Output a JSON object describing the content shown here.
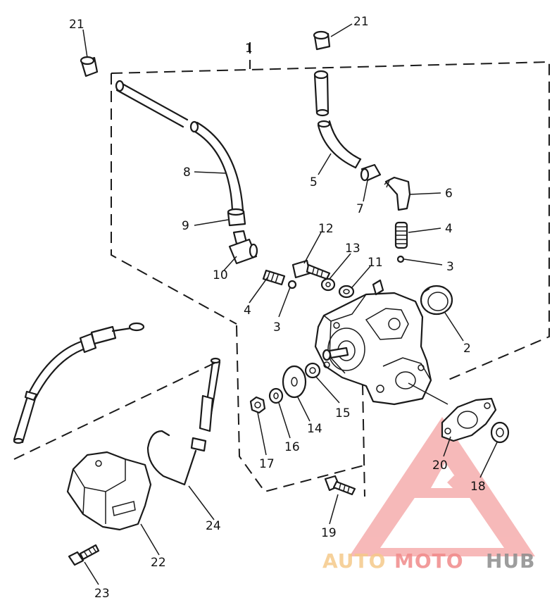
{
  "diagram": {
    "callouts": [
      "21",
      "21",
      "1",
      "8",
      "5",
      "7",
      "6",
      "9",
      "12",
      "13",
      "11",
      "4",
      "3",
      "10",
      "4",
      "3",
      "2",
      "15",
      "14",
      "16",
      "17",
      "20",
      "18",
      "19",
      "24",
      "22",
      "23"
    ]
  },
  "watermark": {
    "text_a": "AUTO",
    "text_b": "MOTO",
    "text_c": "HUB",
    "colors": {
      "triangle": "#f08080",
      "auto": "#f5c98a",
      "moto": "#f08a8a",
      "hub": "#8c8c8c"
    }
  }
}
